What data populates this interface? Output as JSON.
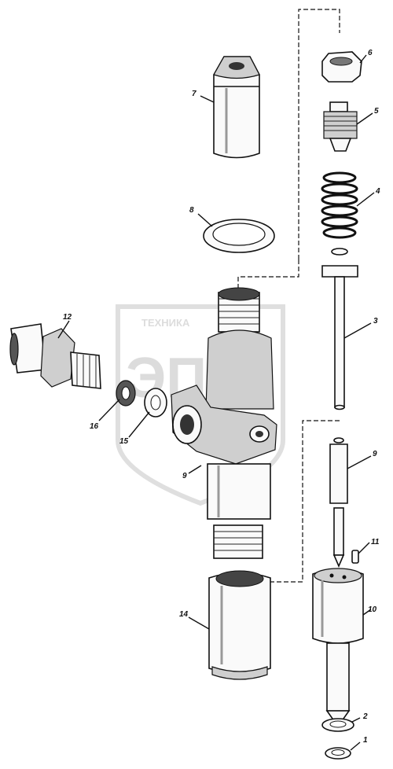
{
  "watermark": {
    "brand_text": "ТЕХНИКА",
    "logo_text": "ЭПФ"
  },
  "callouts": [
    {
      "id": "c1",
      "label": "1"
    },
    {
      "id": "c2",
      "label": "2"
    },
    {
      "id": "c3",
      "label": "3"
    },
    {
      "id": "c4",
      "label": "4"
    },
    {
      "id": "c5",
      "label": "5"
    },
    {
      "id": "c6",
      "label": "6"
    },
    {
      "id": "c7",
      "label": "7"
    },
    {
      "id": "c8",
      "label": "8"
    },
    {
      "id": "c9a",
      "label": "9"
    },
    {
      "id": "c9b",
      "label": "9"
    },
    {
      "id": "c10",
      "label": "10"
    },
    {
      "id": "c11",
      "label": "11"
    },
    {
      "id": "c12",
      "label": "12"
    },
    {
      "id": "c14",
      "label": "14"
    },
    {
      "id": "c15",
      "label": "15"
    },
    {
      "id": "c16",
      "label": "16"
    }
  ]
}
